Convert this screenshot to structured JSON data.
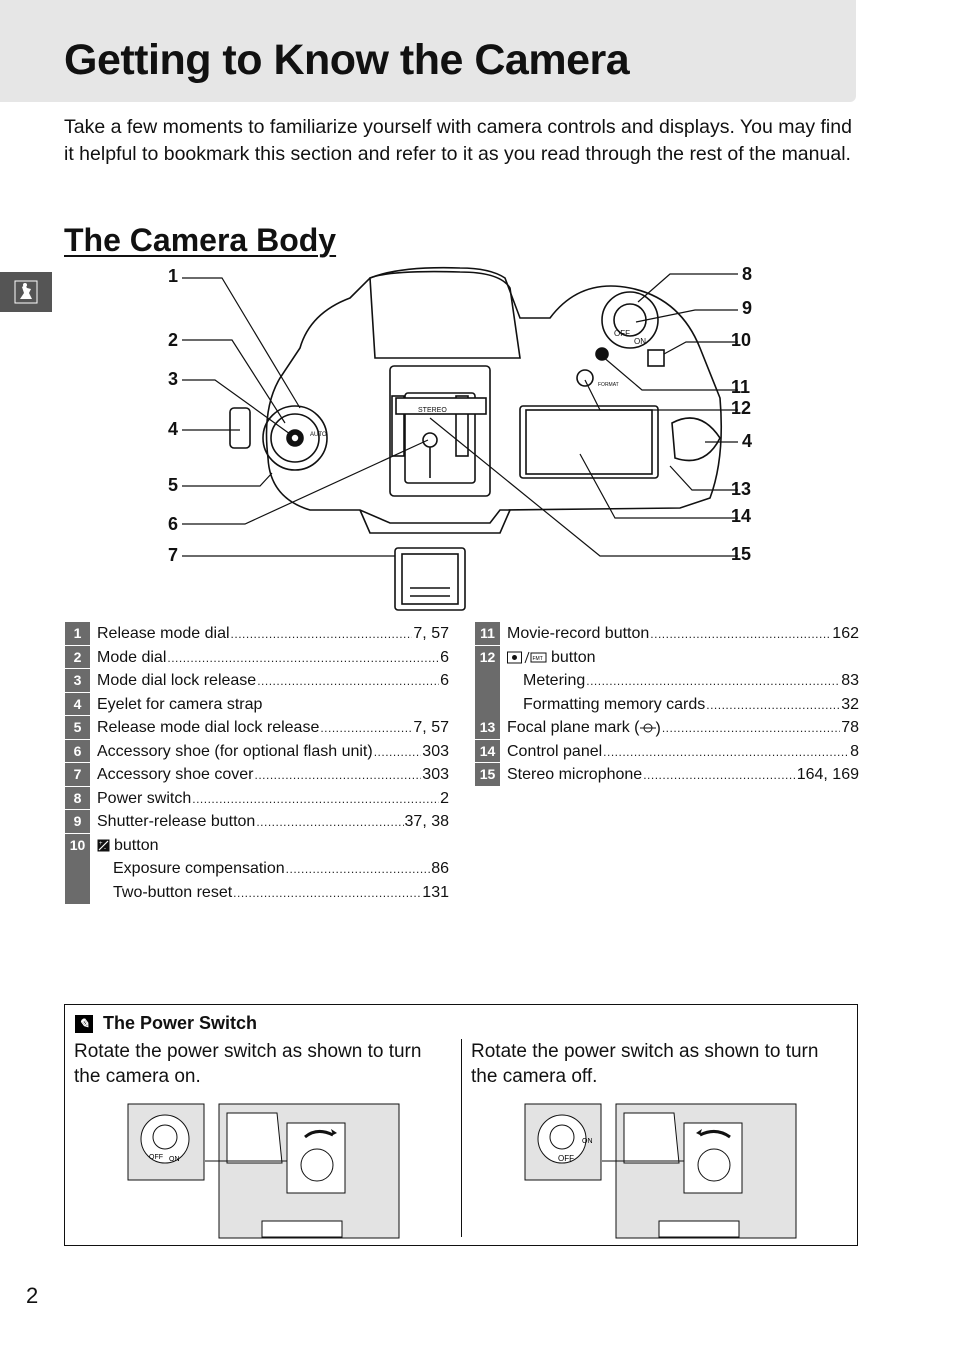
{
  "header": {
    "title": "Getting to Know the Camera"
  },
  "intro": "Take a few moments to familiarize yourself with camera controls and displays.  You may find it helpful to bookmark this section and refer to it as you read through the rest of the manual.",
  "section_title": "The Camera Body",
  "chapter_icon": "rooster-icon",
  "diagram": {
    "callouts": [
      "1",
      "2",
      "3",
      "4",
      "5",
      "6",
      "7",
      "8",
      "9",
      "10",
      "11",
      "12",
      "4",
      "13",
      "14",
      "15"
    ],
    "labels": {
      "stereo": "STEREO",
      "off": "OFF",
      "on": "ON",
      "auto": "AUTO",
      "format": "FORMAT"
    }
  },
  "parts_left": [
    {
      "num": "1",
      "label": "Release mode dial",
      "pages": "7, 57"
    },
    {
      "num": "2",
      "label": "Mode dial",
      "pages": "6"
    },
    {
      "num": "3",
      "label": "Mode dial lock release",
      "pages": "6"
    },
    {
      "num": "4",
      "label": "Eyelet for camera strap",
      "pages": ""
    },
    {
      "num": "5",
      "label": "Release mode dial lock release",
      "pages": "7, 57"
    },
    {
      "num": "6",
      "label": "Accessory shoe (for optional flash unit)",
      "pages": "303"
    },
    {
      "num": "7",
      "label": "Accessory shoe cover",
      "pages": "303"
    },
    {
      "num": "8",
      "label": "Power switch",
      "pages": "2"
    },
    {
      "num": "9",
      "label": "Shutter-release button",
      "pages": "37, 38"
    },
    {
      "num": "10",
      "label": "button",
      "pages": "",
      "icon": "exposure-compensation-icon"
    },
    {
      "num": "",
      "label": "Exposure compensation",
      "pages": "86",
      "sub": true
    },
    {
      "num": "",
      "label": "Two-button reset",
      "pages": "131",
      "sub": true
    }
  ],
  "parts_right": [
    {
      "num": "11",
      "label": "Movie-record button",
      "pages": "162"
    },
    {
      "num": "12",
      "label": "button",
      "pages": "",
      "icon": "metering-format-icon"
    },
    {
      "num": "",
      "label": "Metering",
      "pages": "83",
      "sub": true
    },
    {
      "num": "",
      "label": "Formatting memory cards",
      "pages": "32",
      "sub": true
    },
    {
      "num": "13",
      "label": "Focal plane mark (",
      "pages": "78",
      "icon": "focal-plane-icon"
    },
    {
      "num": "14",
      "label": "Control panel",
      "pages": "8"
    },
    {
      "num": "15",
      "label": "Stereo microphone",
      "pages": "164, 169"
    }
  ],
  "note": {
    "title": "The Power Switch",
    "on_text": "Rotate the power switch as shown to turn the camera on.",
    "off_text": "Rotate the power switch as shown to turn the camera off.",
    "off_label": "OFF",
    "on_label": "ON"
  },
  "page_number": "2"
}
